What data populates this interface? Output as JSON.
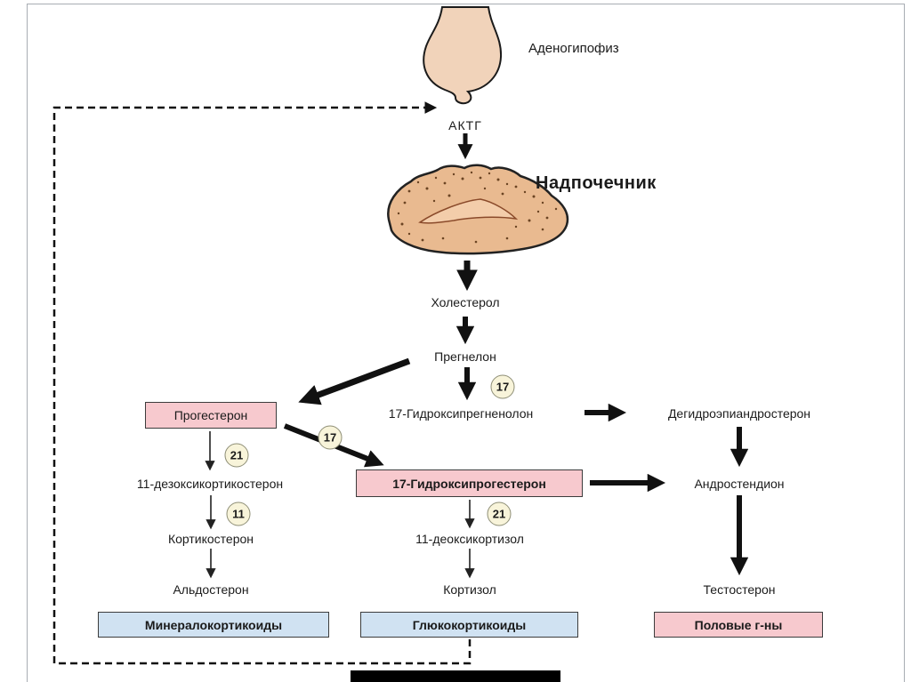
{
  "labels": {
    "adenohypophysis": "Аденогипофиз",
    "acth": "АКТГ",
    "adrenal": "Надпочечник",
    "cholesterol": "Холестерол",
    "pregnenolone": "Прегнелон",
    "hydroxypregnenolone": "17-Гидроксипрегненолон",
    "dhea": "Дегидроэпиандростерон",
    "deoxycorticosterone": "11-дезоксикортикостерон",
    "androstenedione": "Андростендион",
    "corticosterone": "Кортикостерон",
    "deoxycortisol": "11-деоксикортизол",
    "aldosterone": "Альдостерон",
    "cortisol": "Кортизол",
    "testosterone": "Тестостерон"
  },
  "boxes": {
    "progesterone": "Прогестерон",
    "hydroxyprogesterone": "17-Гидроксипрогестерон",
    "mineralocorticoids": "Минералокортикоиды",
    "glucocorticoids": "Глюкокортикоиды",
    "sex_hormones": "Половые г-ны"
  },
  "enzymes": {
    "pregnenolone_17": "17",
    "progesterone_17": "17",
    "progesterone_21": "21",
    "corticosterone_11": "11",
    "cortisol_21": "21"
  },
  "colors": {
    "pink_box": "#f7c9ce",
    "blue_box": "#d0e2f2",
    "enzyme_fill": "#f8f4da",
    "pituitary_fill": "#f1d3ba",
    "adrenal_fill": "#e9ba90",
    "arrow": "#111111"
  }
}
